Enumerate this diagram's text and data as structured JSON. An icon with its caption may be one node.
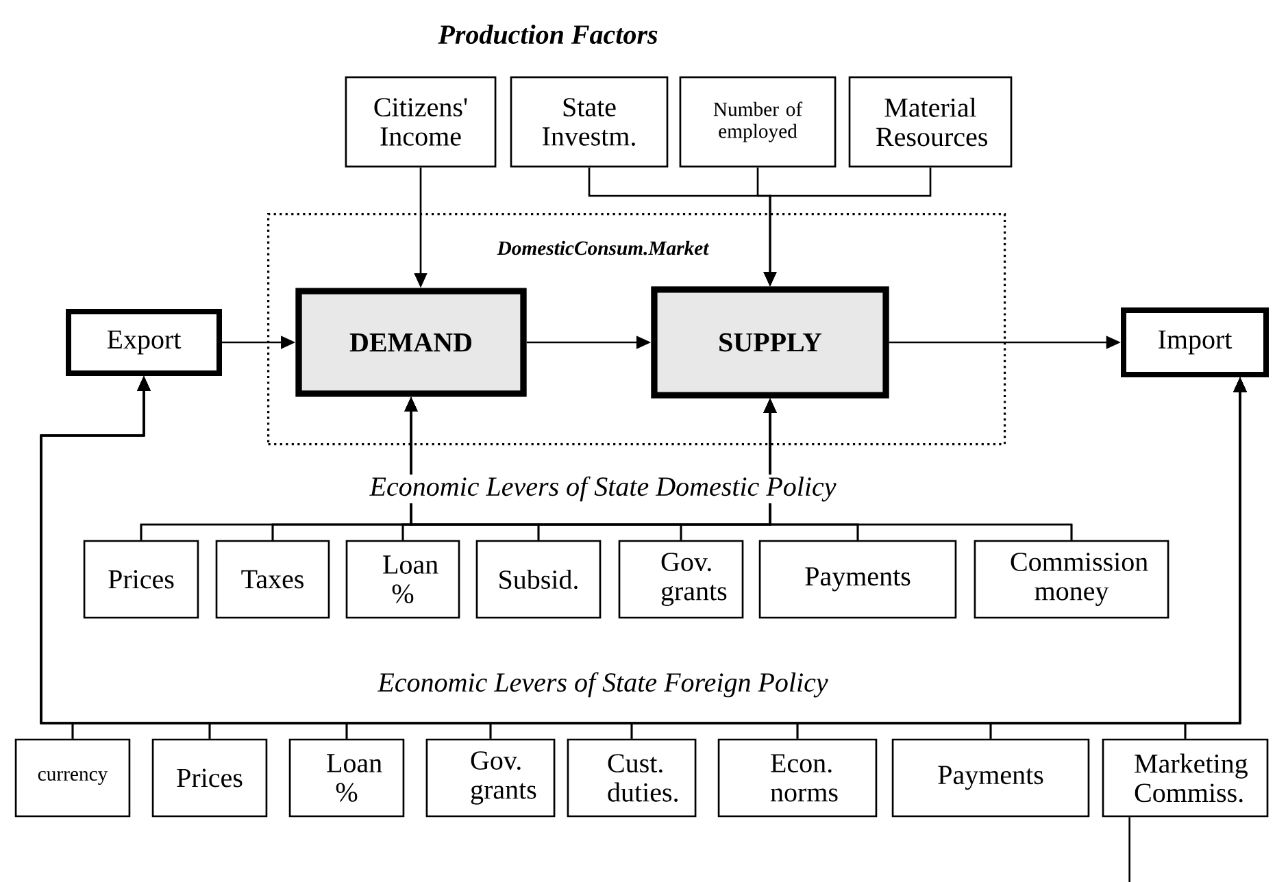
{
  "diagram": {
    "nodes": [
      {
        "text": [
          "DomesticConsum.Market"
        ]
      },
      {
        "text": [
          "Citizens' Income"
        ]
      },
      {
        "text": [
          "State Investm."
        ]
      },
      {
        "text": [
          "Number of employed"
        ]
      },
      {
        "text": [
          "Material Resources"
        ]
      },
      {
        "text": [
          "Export"
        ]
      },
      {
        "text": [
          "DEMAND"
        ],
        "in": 0
      },
      {
        "text": [
          "SUPPLY"
        ],
        "in": 0
      },
      {
        "text": [
          "Import"
        ]
      },
      {
        "text": [
          "Prices"
        ]
      },
      {
        "text": [
          "Taxes"
        ]
      },
      {
        "text": [
          "Loan %"
        ]
      },
      {
        "text": [
          "Subsid."
        ]
      },
      {
        "text": [
          "Gov. grants"
        ]
      },
      {
        "text": [
          "Payments"
        ]
      },
      {
        "text": [
          "Commission money"
        ]
      },
      {
        "text": [
          "currency"
        ]
      },
      {
        "text": [
          "Prices"
        ]
      },
      {
        "text": [
          "Loan %"
        ]
      },
      {
        "text": [
          "Gov. grants"
        ]
      },
      {
        "text": [
          "Cust. duties."
        ]
      },
      {
        "text": [
          "Econ. norms"
        ]
      },
      {
        "text": [
          "Payments"
        ]
      },
      {
        "text": [
          "Marketing Commiss."
        ]
      }
    ],
    "edges": [
      {
        "from": 1,
        "to": 6,
        "arrow": "to"
      },
      {
        "from": 2,
        "to": 7,
        "arrow": "to"
      },
      {
        "from": 3,
        "to": 7,
        "arrow": "to"
      },
      {
        "from": 4,
        "to": 7,
        "arrow": "to"
      },
      {
        "from": 5,
        "to": 6,
        "arrow": "to"
      },
      {
        "from": 6,
        "to": 7,
        "arrow": "to"
      },
      {
        "from": 7,
        "to": 8,
        "arrow": "to"
      },
      {
        "from": 9,
        "to": 6,
        "arrow": "to"
      },
      {
        "from": 10,
        "to": 6,
        "arrow": "to"
      },
      {
        "from": 11,
        "to": 6,
        "arrow": "to"
      },
      {
        "from": 12,
        "to": 6,
        "arrow": "to"
      },
      {
        "from": 13,
        "to": 6,
        "arrow": "to"
      },
      {
        "from": 14,
        "to": 6,
        "arrow": "to"
      },
      {
        "from": 15,
        "to": 6,
        "arrow": "to"
      },
      {
        "from": 9,
        "to": 7,
        "arrow": "to"
      },
      {
        "from": 10,
        "to": 7,
        "arrow": "to"
      },
      {
        "from": 11,
        "to": 7,
        "arrow": "to"
      },
      {
        "from": 12,
        "to": 7,
        "arrow": "to"
      },
      {
        "from": 13,
        "to": 7,
        "arrow": "to"
      },
      {
        "from": 14,
        "to": 7,
        "arrow": "to"
      },
      {
        "from": 15,
        "to": 7,
        "arrow": "to"
      },
      {
        "from": 16,
        "to": 5,
        "arrow": "to"
      },
      {
        "from": 17,
        "to": 5,
        "arrow": "to"
      },
      {
        "from": 18,
        "to": 5,
        "arrow": "to"
      },
      {
        "from": 19,
        "to": 5,
        "arrow": "to"
      },
      {
        "from": 20,
        "to": 5,
        "arrow": "to"
      },
      {
        "from": 21,
        "to": 5,
        "arrow": "to"
      },
      {
        "from": 22,
        "to": 5,
        "arrow": "to"
      },
      {
        "from": 23,
        "to": 5,
        "arrow": "to"
      },
      {
        "from": 16,
        "to": 8,
        "arrow": "to"
      },
      {
        "from": 17,
        "to": 8,
        "arrow": "to"
      },
      {
        "from": 18,
        "to": 8,
        "arrow": "to"
      },
      {
        "from": 19,
        "to": 8,
        "arrow": "to"
      },
      {
        "from": 20,
        "to": 8,
        "arrow": "to"
      },
      {
        "from": 21,
        "to": 8,
        "arrow": "to"
      },
      {
        "from": 22,
        "to": 8,
        "arrow": "to"
      },
      {
        "from": 23,
        "to": 8,
        "arrow": "to"
      },
      {
        "from": 23,
        "to": null,
        "arrow": "none"
      }
    ],
    "labels": [
      "Production Factors",
      "Economic Levers of State  Domestic Policy",
      "Economic Levers of State  Foreign Policy"
    ]
  }
}
